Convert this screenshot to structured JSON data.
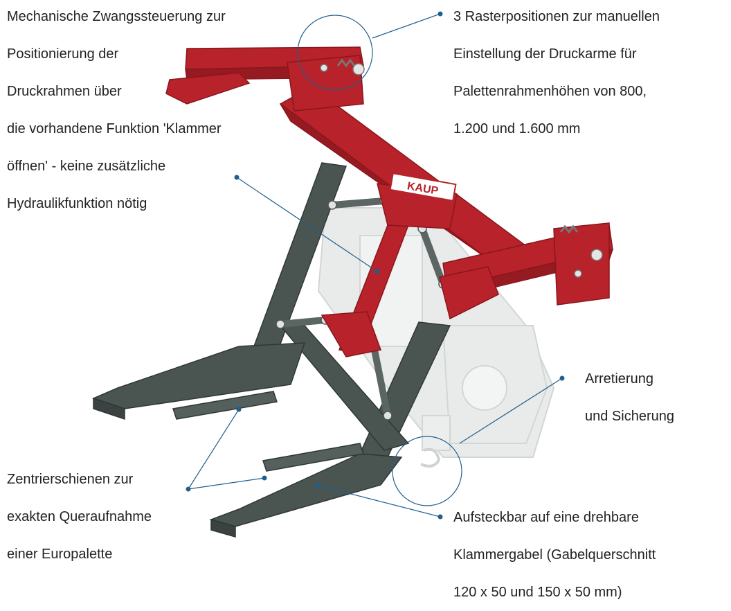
{
  "colors": {
    "frame_red": "#b8222a",
    "frame_gray": "#4a5552",
    "callout_blue": "#1f5f8f",
    "clamp_ghost": "#e6e8e8"
  },
  "logo": {
    "brand": "KAUP"
  },
  "callouts": {
    "mechanical_control": [
      "Mechanische Zwangssteuerung zur",
      "Positionierung der",
      "Druckrahmen über",
      "die vorhandene Funktion 'Klammer",
      "öffnen' - keine zusätzliche",
      "Hydraulikfunktion nötig"
    ],
    "raster_positions": [
      "3 Rasterpositionen zur manuellen",
      "Einstellung der Druckarme für",
      "Palettenrahmenhöhen von 800,",
      "1.200 und 1.600 mm"
    ],
    "locking": [
      "Arretierung",
      "und Sicherung"
    ],
    "centering_rails": [
      "Zentrierschienen zur",
      "exakten Queraufnahme",
      "einer Europalette"
    ],
    "mounting": [
      "Aufsteckbar auf eine drehbare",
      "Klammergabel (Gabelquerschnitt",
      "120 x 50 und 150 x 50 mm)"
    ]
  }
}
